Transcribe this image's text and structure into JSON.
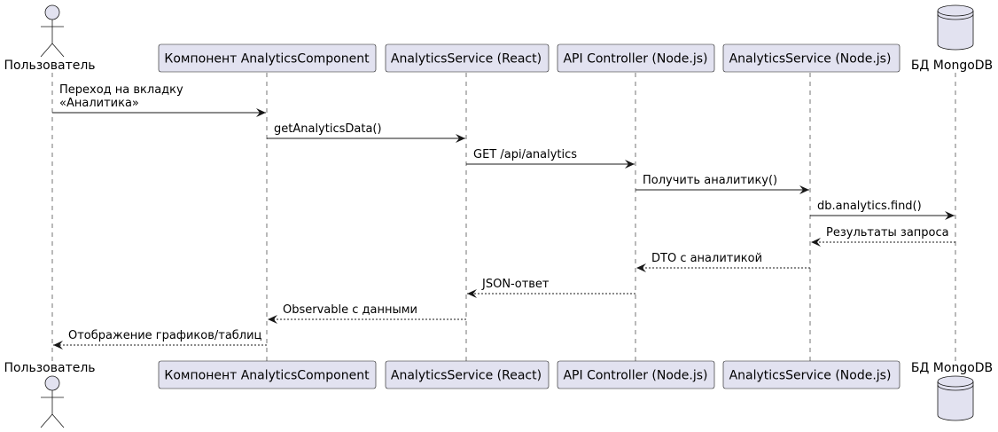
{
  "colors": {
    "participant_fill": "#E2E2F0",
    "participant_stroke": "#181818",
    "lifeline": "#181818",
    "arrow": "#181818",
    "background": "#FFFFFF"
  },
  "participants": [
    {
      "id": "user",
      "kind": "actor",
      "label": "Пользователь"
    },
    {
      "id": "component",
      "kind": "box",
      "label": "Компонент AnalyticsComponent"
    },
    {
      "id": "svc_react",
      "kind": "box",
      "label": "AnalyticsService (React)"
    },
    {
      "id": "api",
      "kind": "box",
      "label": "API Controller (Node.js)"
    },
    {
      "id": "svc_node",
      "kind": "box",
      "label": "AnalyticsService (Node.js)"
    },
    {
      "id": "db",
      "kind": "database",
      "label": "БД MongoDB"
    }
  ],
  "messages": [
    {
      "from": "user",
      "to": "component",
      "style": "solid",
      "lines": [
        "Переход на вкладку",
        "«Аналитика»"
      ]
    },
    {
      "from": "component",
      "to": "svc_react",
      "style": "solid",
      "lines": [
        "getAnalyticsData()"
      ]
    },
    {
      "from": "svc_react",
      "to": "api",
      "style": "solid",
      "lines": [
        "GET /api/analytics"
      ]
    },
    {
      "from": "api",
      "to": "svc_node",
      "style": "solid",
      "lines": [
        "Получить аналитику()"
      ]
    },
    {
      "from": "svc_node",
      "to": "db",
      "style": "solid",
      "lines": [
        "db.analytics.find()"
      ]
    },
    {
      "from": "db",
      "to": "svc_node",
      "style": "dashed",
      "lines": [
        "Результаты запроса"
      ]
    },
    {
      "from": "svc_node",
      "to": "api",
      "style": "dashed",
      "lines": [
        "DTO с аналитикой"
      ]
    },
    {
      "from": "api",
      "to": "svc_react",
      "style": "dashed",
      "lines": [
        "JSON-ответ"
      ]
    },
    {
      "from": "svc_react",
      "to": "component",
      "style": "dashed",
      "lines": [
        "Observable с данными"
      ]
    },
    {
      "from": "component",
      "to": "user",
      "style": "dashed",
      "lines": [
        "Отображение графиков/таблиц"
      ]
    }
  ]
}
